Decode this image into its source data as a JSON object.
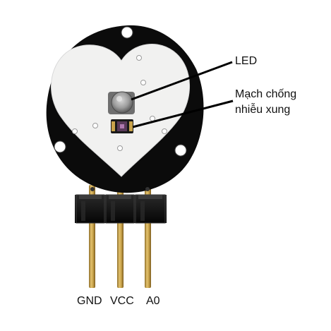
{
  "labels": {
    "led": "LED",
    "circuit_line1": "Mạch chống",
    "circuit_line2": "nhiễu xung"
  },
  "pins": [
    "GND",
    "VCC",
    "A0"
  ],
  "colors": {
    "board": "#0b0b0b",
    "heart": "#f1f1f0",
    "header": "#121212",
    "pin_gold": "#c9a34a",
    "led_lens": "#9b9b9b",
    "text": "#111111"
  }
}
